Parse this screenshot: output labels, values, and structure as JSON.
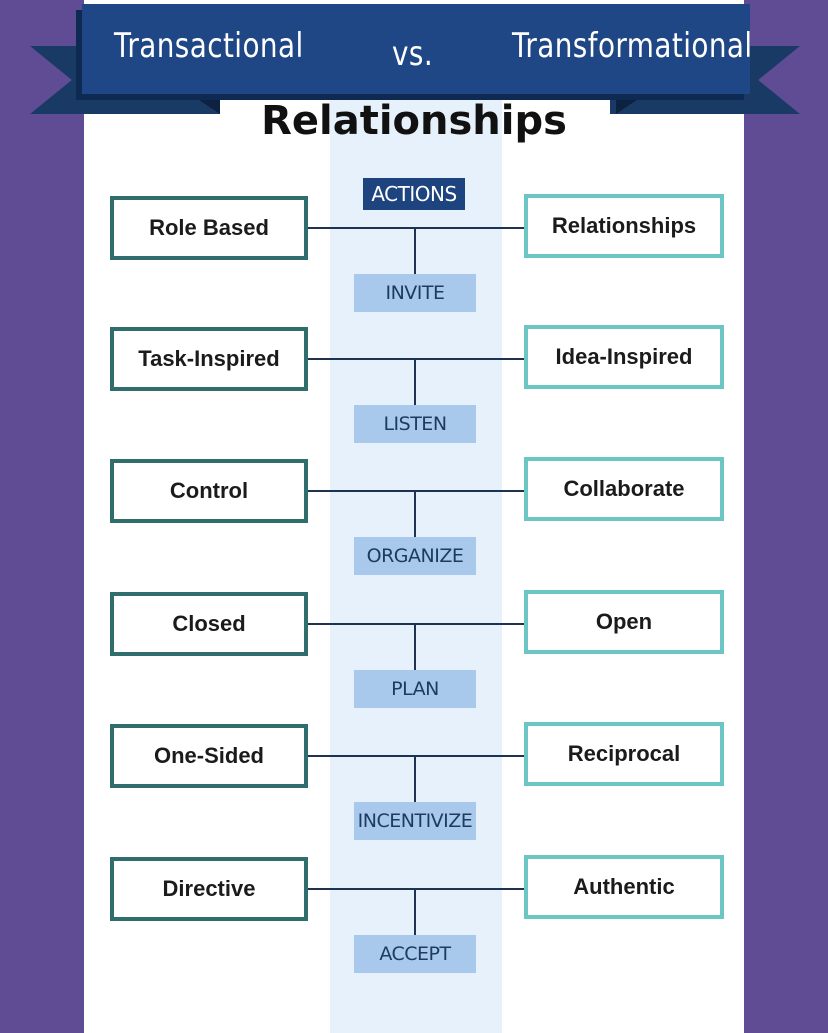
{
  "banner": {
    "left": "Transactional",
    "middle": "vs.",
    "right": "Transformational"
  },
  "title": "Relationships",
  "center_header": "ACTIONS",
  "rows": [
    {
      "left": "Role Based",
      "right": "Relationships",
      "action": "INVITE"
    },
    {
      "left": "Task-Inspired",
      "right": "Idea-Inspired",
      "action": "LISTEN"
    },
    {
      "left": "Control",
      "right": "Collaborate",
      "action": "ORGANIZE"
    },
    {
      "left": "Closed",
      "right": "Open",
      "action": "PLAN"
    },
    {
      "left": "One-Sided",
      "right": "Reciprocal",
      "action": "INCENTIVIZE"
    },
    {
      "left": "Directive",
      "right": "Authentic",
      "action": "ACCEPT"
    }
  ],
  "colors": {
    "background": "#5f4c94",
    "banner": "#1f4785",
    "left_border": "#2f6e6c",
    "right_border": "#6cc6c4",
    "action_fill": "#a8c8ec"
  }
}
